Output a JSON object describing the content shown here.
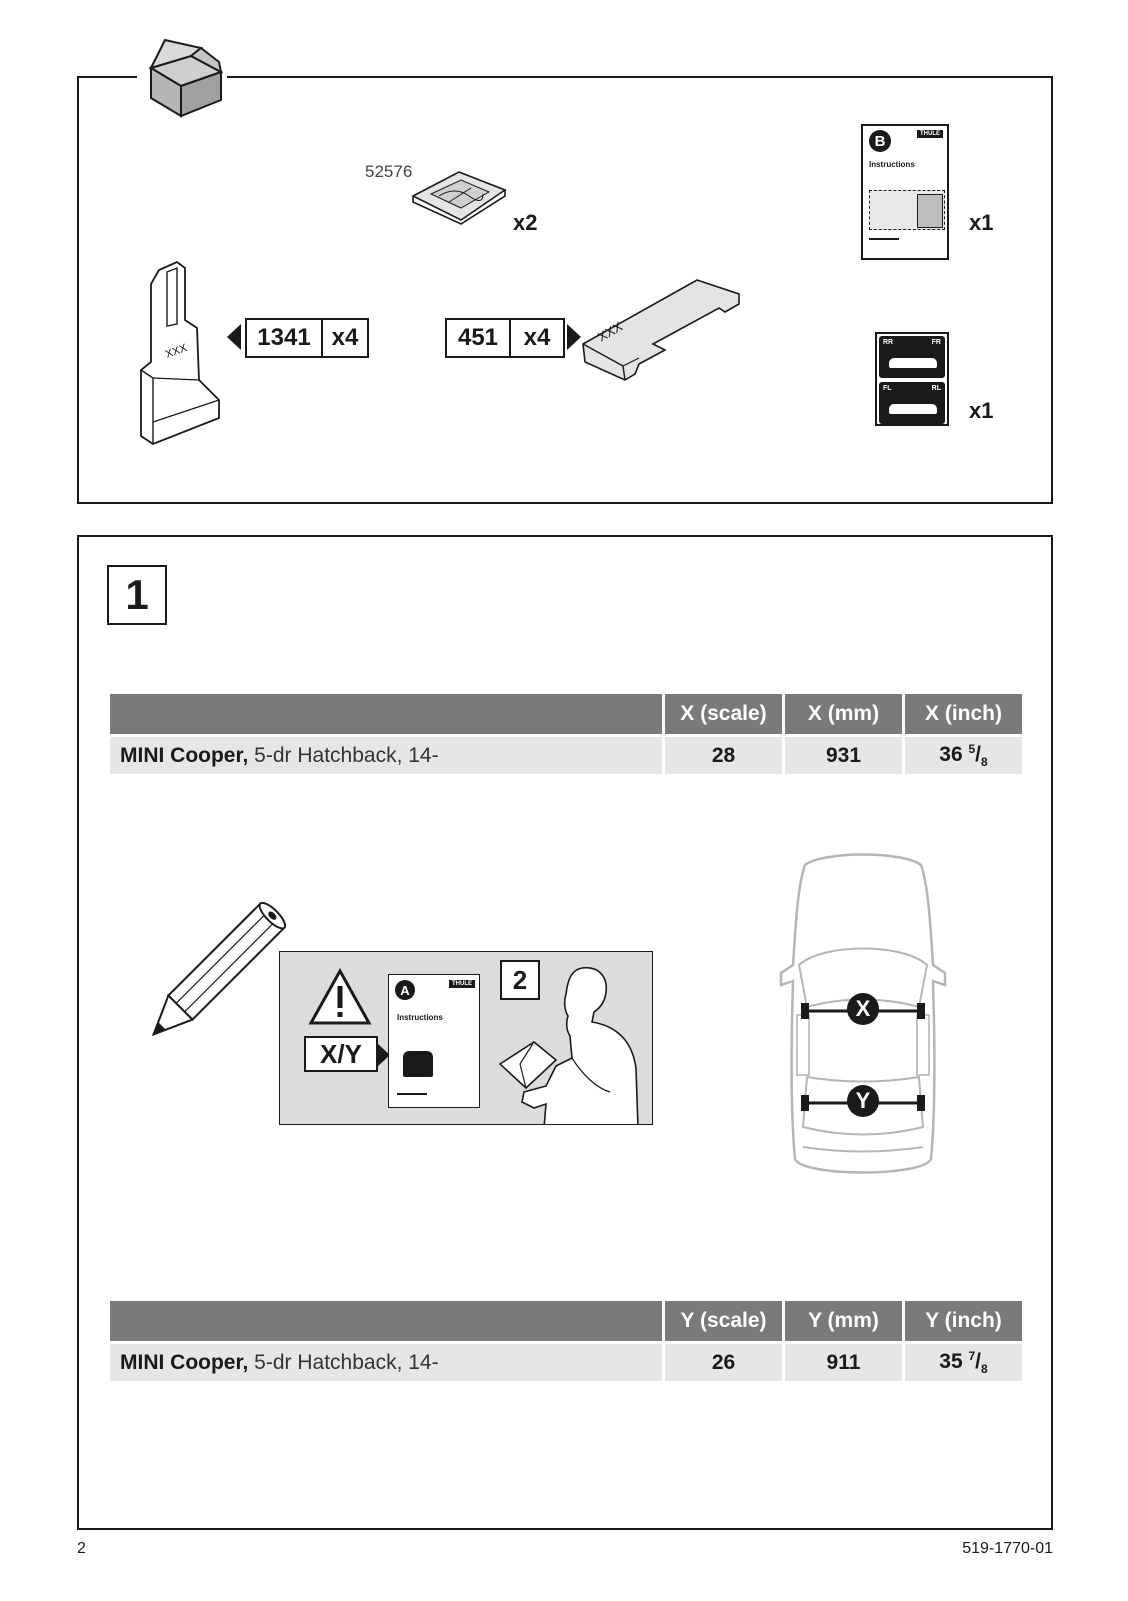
{
  "parts": {
    "pad_code": "52576",
    "pad_qty": "x2",
    "footpad_code": "1341",
    "footpad_qty": "x4",
    "spacer_code": "451",
    "spacer_qty": "x4",
    "part_marking": "XXX",
    "manual_b_qty": "x1",
    "sticker_qty": "x1",
    "manual_b_letter": "B",
    "manual_b_title": "Instructions",
    "brand": "THULE",
    "sticker_labels": [
      "RR",
      "FR",
      "FL",
      "RL"
    ]
  },
  "step": {
    "number": "1",
    "book_number": "2",
    "manual_a_letter": "A",
    "manual_a_title": "Instructions",
    "xy_label": "X/Y",
    "axle_x": "X",
    "axle_y": "Y"
  },
  "table_x": {
    "headers": [
      "X (scale)",
      "X (mm)",
      "X (inch)"
    ],
    "model_bold": "MINI Cooper,",
    "model_rest": " 5-dr Hatchback, 14-",
    "scale": "28",
    "mm": "931",
    "inch_whole": "36",
    "inch_num": "5",
    "inch_den": "8"
  },
  "table_y": {
    "headers": [
      "Y (scale)",
      "Y (mm)",
      "Y (inch)"
    ],
    "model_bold": "MINI Cooper,",
    "model_rest": " 5-dr Hatchback, 14-",
    "scale": "26",
    "mm": "911",
    "inch_whole": "35",
    "inch_num": "7",
    "inch_den": "8"
  },
  "footer": {
    "page": "2",
    "doc_id": "519-1770-01"
  }
}
